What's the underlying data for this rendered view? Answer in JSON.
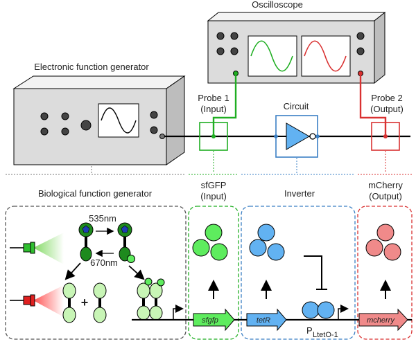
{
  "labels": {
    "oscilloscope": "Oscilloscope",
    "electronic_generator": "Electronic function generator",
    "probe1_line1": "Probe 1",
    "probe1_line2": "(Input)",
    "circuit": "Circuit",
    "probe2_line1": "Probe 2",
    "probe2_line2": "(Output)",
    "bio_generator": "Biological function generator",
    "sfgfp_line1": "sfGFP",
    "sfgfp_line2": "(Input)",
    "inverter": "Inverter",
    "mcherry_line1": "mCherry",
    "mcherry_line2": "(Output)",
    "wavelength_green": "535nm",
    "wavelength_red": "670nm",
    "plus": "+",
    "gene_sfgfp": "sfgfp",
    "gene_tetr": "tetR",
    "gene_mcherry": "mcherry",
    "promoter_p": "P",
    "promoter_sub": "LtetO-1"
  },
  "colors": {
    "green": "#1fae22",
    "red": "#d93131",
    "blue": "#3a7fc4",
    "light_green": "#c8f5b6",
    "bright_green": "#5eec5e",
    "light_blue": "#62b2f2",
    "light_red": "#f08a8a",
    "gray_box": "#e6e6e6",
    "dark_gray": "#555555"
  }
}
